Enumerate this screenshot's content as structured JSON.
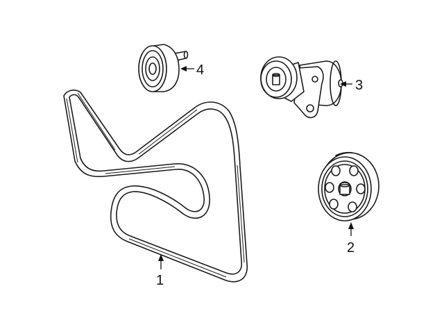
{
  "callouts": [
    {
      "id": "1",
      "label": "1",
      "part": "serpentine-belt"
    },
    {
      "id": "2",
      "label": "2",
      "part": "pulley"
    },
    {
      "id": "3",
      "label": "3",
      "part": "belt-tensioner"
    },
    {
      "id": "4",
      "label": "4",
      "part": "idler-pulley"
    }
  ],
  "colors": {
    "line": "#1a1a1a",
    "background": "#ffffff"
  }
}
